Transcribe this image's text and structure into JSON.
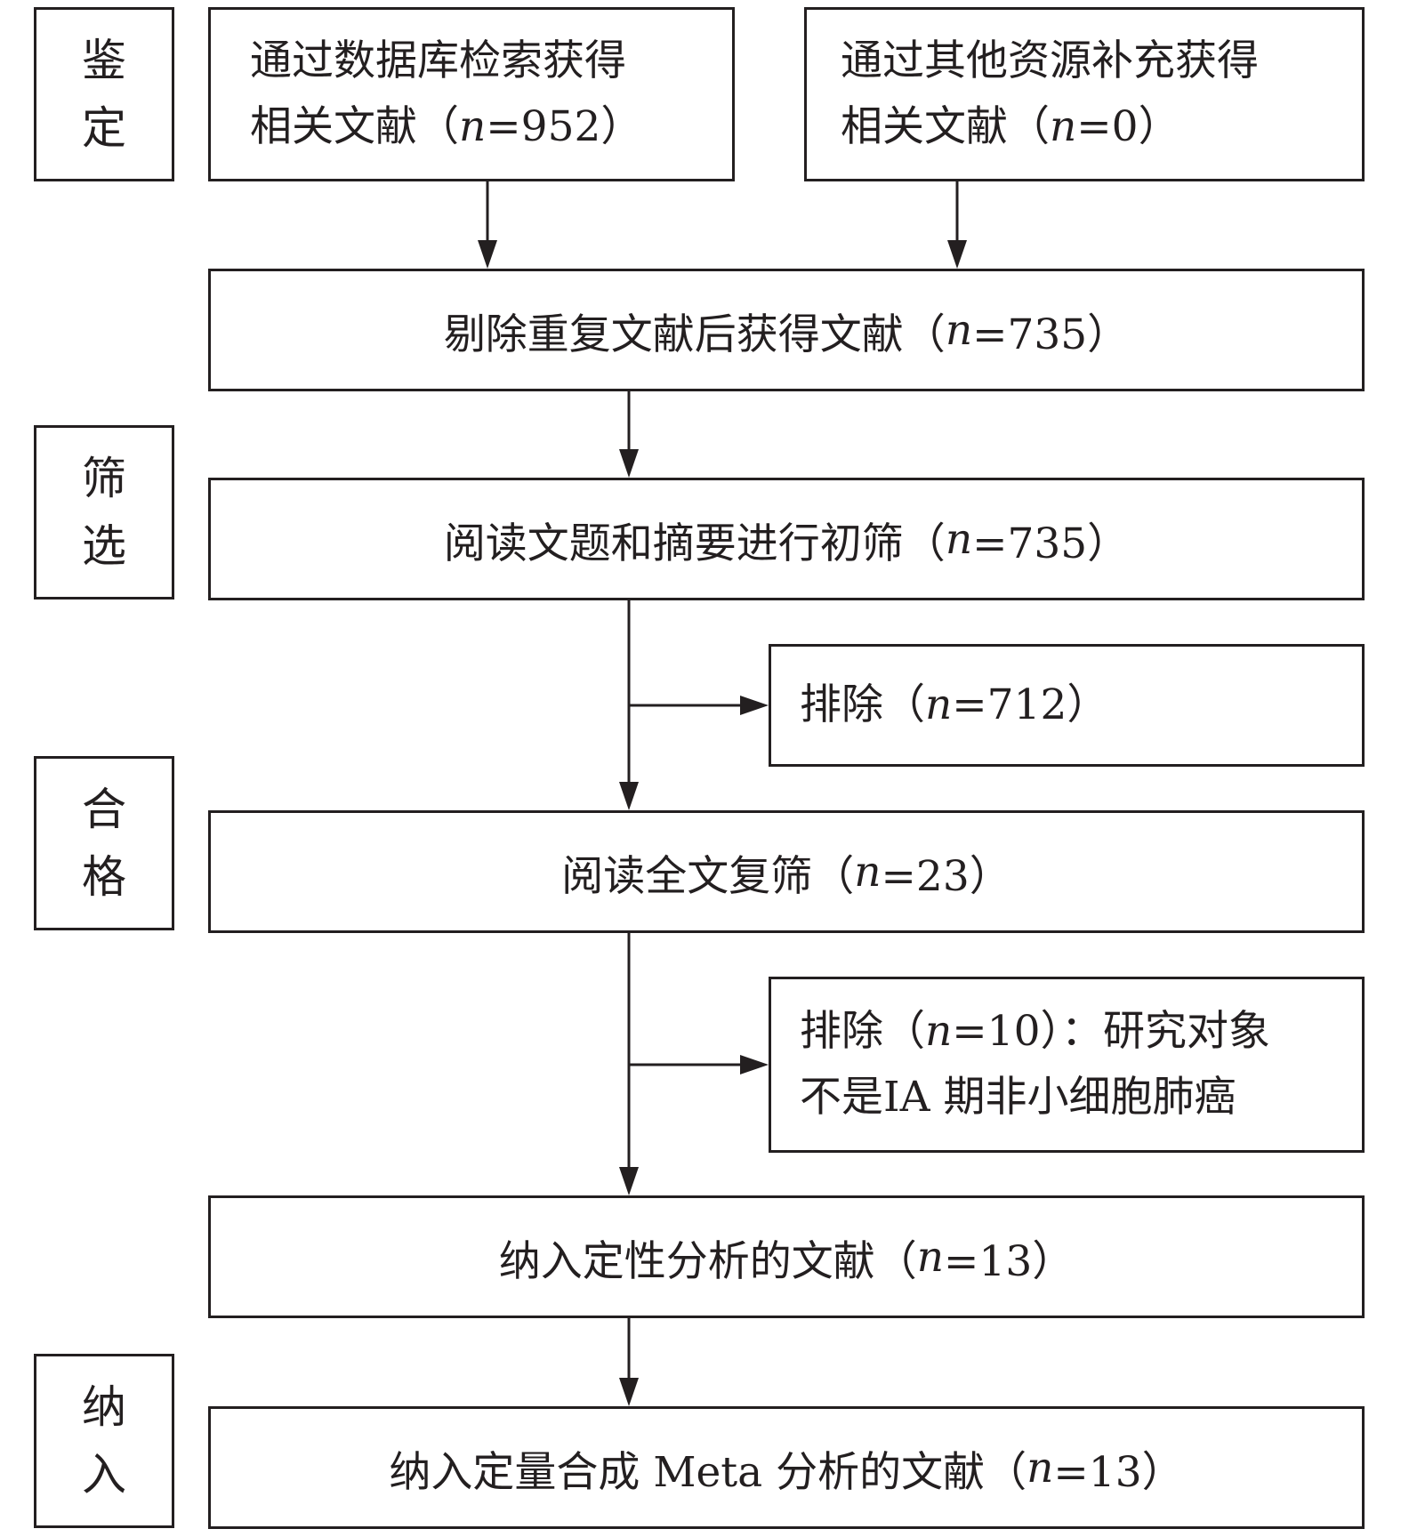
{
  "stages": {
    "identification": [
      "鉴",
      "定"
    ],
    "screening": [
      "筛",
      "选"
    ],
    "eligibility": [
      "合",
      "格"
    ],
    "included": [
      "纳",
      "入"
    ]
  },
  "boxes": {
    "database_search": {
      "line1": "通过数据库检索获得",
      "line2_prefix": "相关文献（",
      "n_label": "n",
      "line2_value": "=952）"
    },
    "other_sources": {
      "line1": "通过其他资源补充获得",
      "line2_prefix": "相关文献（",
      "n_label": "n",
      "line2_value": "=0）"
    },
    "after_duplicates": {
      "prefix": "剔除重复文献后获得文献（",
      "n_label": "n",
      "value": "=735）"
    },
    "title_abstract": {
      "prefix": "阅读文题和摘要进行初筛（",
      "n_label": "n",
      "value": "=735）"
    },
    "excluded_1": {
      "prefix": "排除（",
      "n_label": "n",
      "value": "=712）"
    },
    "full_text": {
      "prefix": "阅读全文复筛（",
      "n_label": "n",
      "value": "=23）"
    },
    "excluded_2": {
      "line1_prefix": "排除（",
      "n_label": "n",
      "line1_value": "=10）：研究对象",
      "line2": "不是ⅠA 期非小细胞肺癌"
    },
    "qualitative": {
      "prefix": "纳入定性分析的文献（",
      "n_label": "n",
      "value": "=13）"
    },
    "quantitative": {
      "prefix": "纳入定量合成 Meta 分析的文献（",
      "n_label": "n",
      "value": "=13）"
    }
  }
}
